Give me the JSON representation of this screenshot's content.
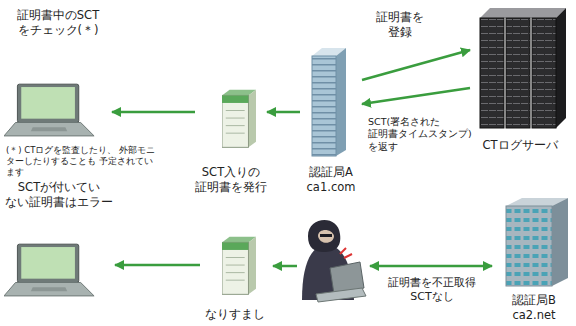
{
  "diagram": {
    "nodes": [
      {
        "text": [
          "証明書中のSCT をチェック(＊)"
        ]
      },
      {
        "text": [
          "SCT入りの 証明書を発行"
        ]
      },
      {
        "text": [
          "認証局A",
          "ca1.com"
        ]
      },
      {
        "text": [
          "CTログサーバ"
        ]
      },
      {
        "text": [
          "SCTが付いてい ない証明書はエラー"
        ]
      },
      {
        "text": [
          "なりすまし"
        ]
      },
      {
        "text": [
          "認証局B",
          "ca2.net"
        ]
      }
    ],
    "edges": [
      {
        "from": 2,
        "to": 3,
        "arrow": "to",
        "label": "証明書を 登録"
      },
      {
        "from": 3,
        "to": 2,
        "arrow": "to",
        "label": "SCT(署名された 証明書タイムスタンプ) を返す"
      },
      {
        "from": 2,
        "to": 1,
        "arrow": "to"
      },
      {
        "from": 1,
        "to": 0,
        "arrow": "to"
      },
      {
        "from": 5,
        "to": 4,
        "arrow": "to"
      }
    ],
    "labels": [
      "(＊) CTログを監査したり、 外部モニターしたりすることも 予定されています",
      "証明書を不正取得 SCTなし"
    ]
  }
}
